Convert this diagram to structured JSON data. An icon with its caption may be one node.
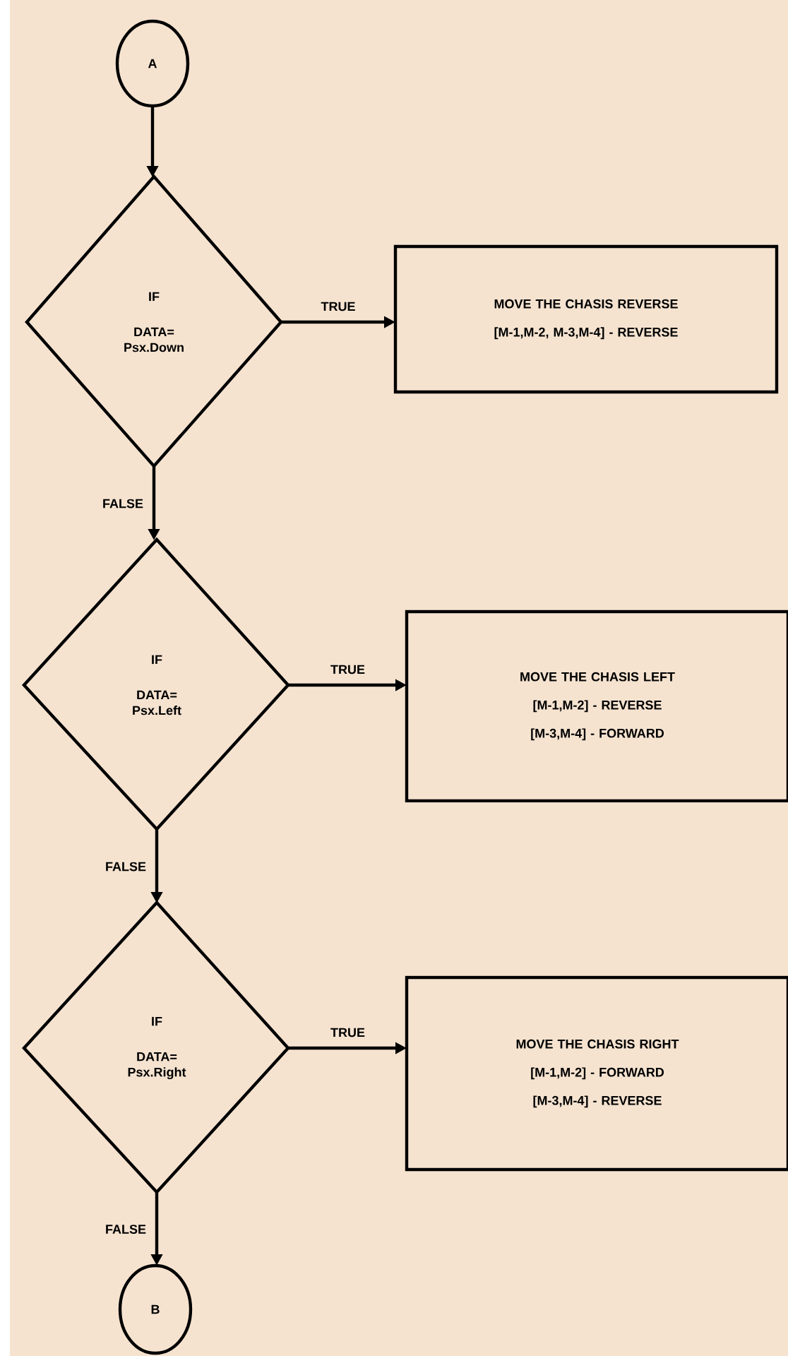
{
  "diagram": {
    "nodes": [
      {
        "text": [
          "A"
        ]
      },
      {
        "text": [
          "IF",
          "DATA= Psx.Down"
        ]
      },
      {
        "text": [
          "MOVE THE CHASIS REVERSE",
          "[M-1,M-2, M-3,M-4] - REVERSE"
        ]
      },
      {
        "text": [
          "IF",
          "DATA= Psx.Left"
        ]
      },
      {
        "text": [
          "MOVE THE CHASIS LEFT",
          "[M-1,M-2] - REVERSE",
          "[M-3,M-4] - FORWARD"
        ]
      },
      {
        "text": [
          "IF",
          "DATA= Psx.Right"
        ]
      },
      {
        "text": [
          "MOVE THE CHASIS RIGHT",
          "[M-1,M-2] - FORWARD",
          "[M-3,M-4] - REVERSE"
        ]
      },
      {
        "text": [
          "B"
        ]
      }
    ],
    "edges": [
      {
        "from": 0,
        "to": 1,
        "arrow": "to"
      },
      {
        "from": 1,
        "to": 2,
        "arrow": "to",
        "label": "TRUE"
      },
      {
        "from": 1,
        "to": 3,
        "arrow": "to",
        "label": "FALSE"
      },
      {
        "from": 3,
        "to": 4,
        "arrow": "to",
        "label": "TRUE"
      },
      {
        "from": 3,
        "to": 5,
        "arrow": "to",
        "label": "FALSE"
      },
      {
        "from": 5,
        "to": 6,
        "arrow": "to",
        "label": "TRUE"
      },
      {
        "from": 5,
        "to": 7,
        "arrow": "to",
        "label": "FALSE"
      }
    ]
  }
}
